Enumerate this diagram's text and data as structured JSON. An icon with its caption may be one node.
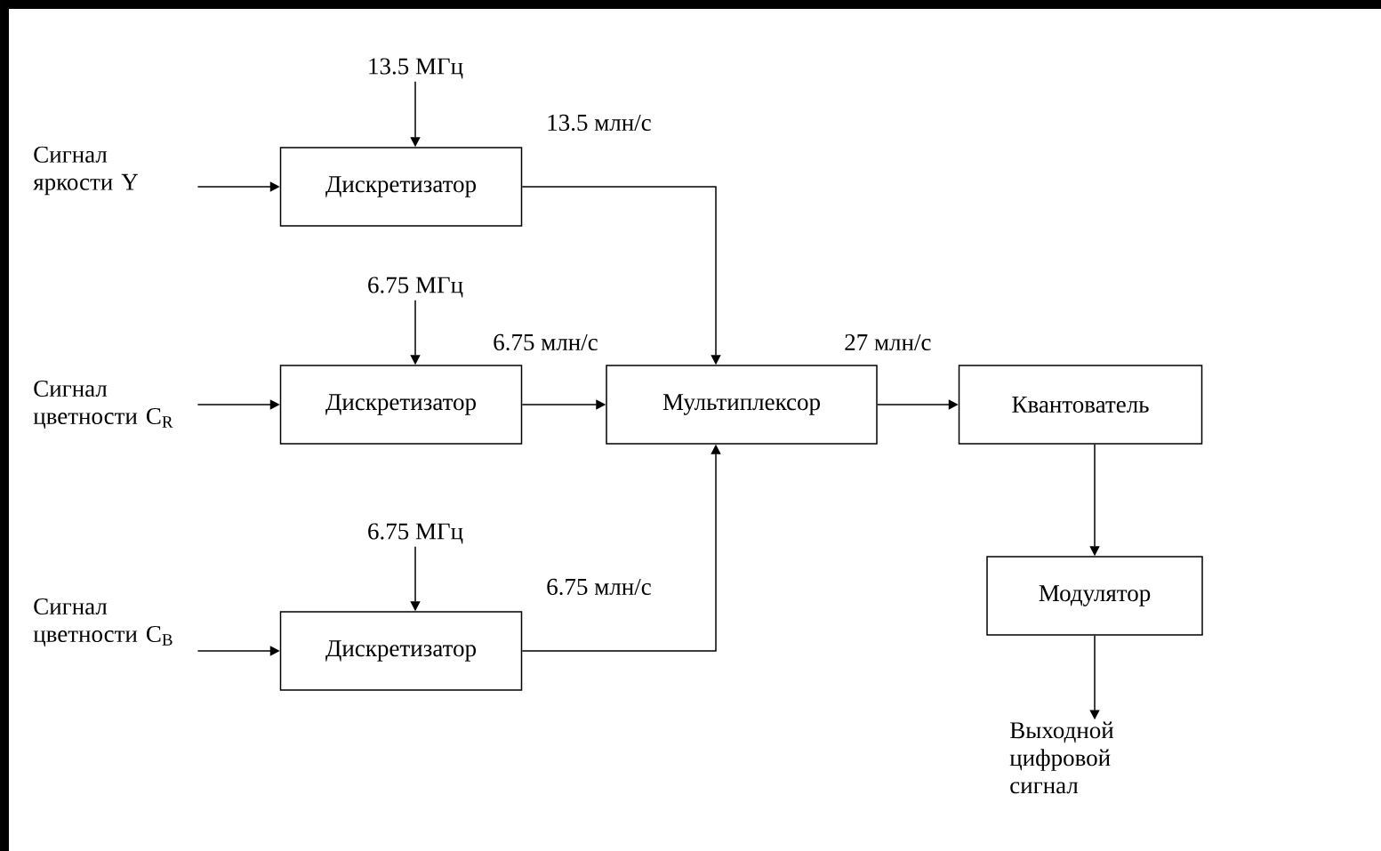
{
  "diagram": {
    "nodes": [
      {
        "text": [
          "Сигнал яркости Y"
        ]
      },
      {
        "text": [
          "13.5 МГц"
        ]
      },
      {
        "text": [
          "Дискретизатор"
        ]
      },
      {
        "text": [
          "Сигнал цветности C$_{R}$"
        ]
      },
      {
        "text": [
          "6.75 МГц"
        ]
      },
      {
        "text": [
          "Дискретизатор"
        ]
      },
      {
        "text": [
          "Сигнал цветности C$_{B}$"
        ]
      },
      {
        "text": [
          "6.75 МГц"
        ]
      },
      {
        "text": [
          "Дискретизатор"
        ]
      },
      {
        "text": [
          "Мультиплексор"
        ]
      },
      {
        "text": [
          "Квантователь"
        ]
      },
      {
        "text": [
          "Модулятор"
        ]
      },
      {
        "text": [
          "Выходной цифровой сигнал"
        ]
      }
    ],
    "edges": [
      {
        "from": 0,
        "to": 2,
        "arrow": "to"
      },
      {
        "from": 1,
        "to": 2,
        "arrow": "to"
      },
      {
        "from": 2,
        "to": 9,
        "arrow": "to",
        "label": "13.5 млн/с"
      },
      {
        "from": 3,
        "to": 5,
        "arrow": "to"
      },
      {
        "from": 4,
        "to": 5,
        "arrow": "to"
      },
      {
        "from": 5,
        "to": 9,
        "arrow": "to",
        "label": "6.75 млн/с"
      },
      {
        "from": 6,
        "to": 8,
        "arrow": "to"
      },
      {
        "from": 7,
        "to": 8,
        "arrow": "to"
      },
      {
        "from": 8,
        "to": 9,
        "arrow": "to",
        "label": "6.75 млн/с"
      },
      {
        "from": 9,
        "to": 10,
        "arrow": "to",
        "label": "27 млн/с"
      },
      {
        "from": 10,
        "to": 11,
        "arrow": "to"
      },
      {
        "from": 11,
        "to": 12,
        "arrow": "to"
      }
    ]
  }
}
